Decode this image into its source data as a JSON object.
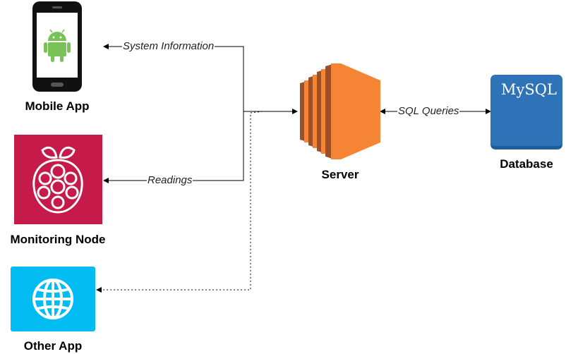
{
  "nodes": {
    "mobile_app": {
      "label": "Mobile App",
      "icon": "android-phone-icon"
    },
    "monitoring_node": {
      "label": "Monitoring Node",
      "icon": "raspberry-pi-icon"
    },
    "other_app": {
      "label": "Other App",
      "icon": "globe-icon"
    },
    "server": {
      "label": "Server",
      "icon": "server-instance-icon"
    },
    "database": {
      "label": "Database",
      "icon": "mysql-database-icon",
      "icon_text": "MySQL"
    }
  },
  "edges": {
    "server_to_mobile": {
      "label": "System Information"
    },
    "server_to_monitoring": {
      "label": "Readings"
    },
    "server_database": {
      "label": "SQL Queries"
    }
  },
  "colors": {
    "server_orange": "#F58534",
    "server_dark": "#9D5025",
    "raspberry_bg": "#C51A4A",
    "other_app_bg": "#00BCF2",
    "database_blue": "#2E73B8",
    "android_green": "#78C257"
  }
}
